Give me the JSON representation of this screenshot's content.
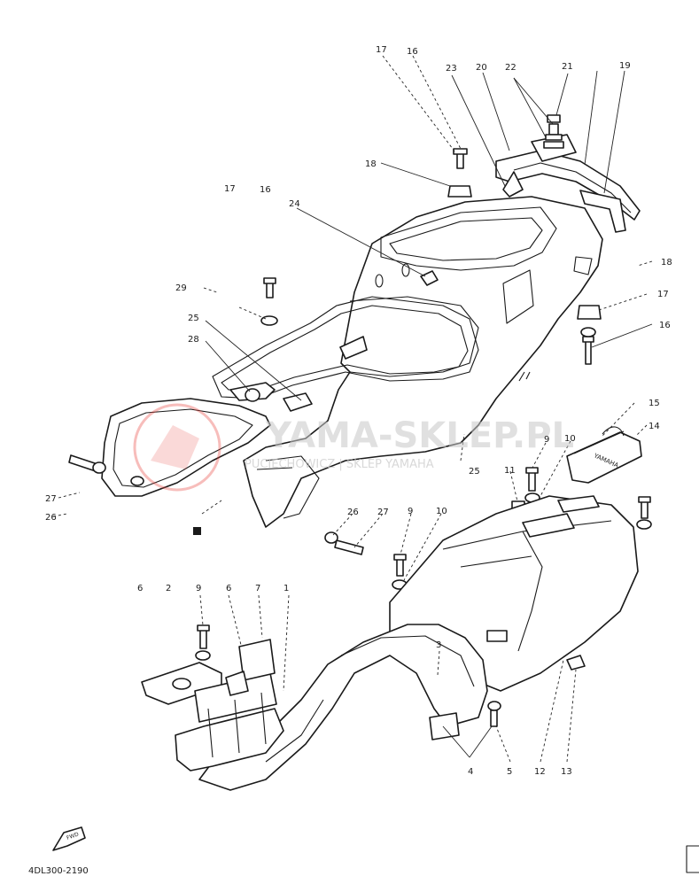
{
  "diagram_code": "4DL300-2190",
  "direction_label": "FWD",
  "watermark": {
    "title": "YAMA-SKLEP.PL",
    "subtitle": "PUCIECHOWICZ | SKLEP YAMAHA",
    "accent_color": "#e8413c"
  },
  "tank_label": "YAMAHA",
  "callouts": [
    {
      "id": "c17a",
      "label": "17"
    },
    {
      "id": "c16a",
      "label": "16"
    },
    {
      "id": "c23",
      "label": "23"
    },
    {
      "id": "c20",
      "label": "20"
    },
    {
      "id": "c22",
      "label": "22"
    },
    {
      "id": "c21",
      "label": "21"
    },
    {
      "id": "c19",
      "label": "19"
    },
    {
      "id": "c18a",
      "label": "18"
    },
    {
      "id": "c17b",
      "label": "17"
    },
    {
      "id": "c16b",
      "label": "16"
    },
    {
      "id": "c24",
      "label": "24"
    },
    {
      "id": "c18b",
      "label": "18"
    },
    {
      "id": "c29",
      "label": "29"
    },
    {
      "id": "c17c",
      "label": "17"
    },
    {
      "id": "c16c",
      "label": "16"
    },
    {
      "id": "c25a",
      "label": "25"
    },
    {
      "id": "c28",
      "label": "28"
    },
    {
      "id": "c15",
      "label": "15"
    },
    {
      "id": "c14",
      "label": "14"
    },
    {
      "id": "c9a",
      "label": "9"
    },
    {
      "id": "c10a",
      "label": "10"
    },
    {
      "id": "c11",
      "label": "11"
    },
    {
      "id": "c25b",
      "label": "25"
    },
    {
      "id": "c27a",
      "label": "27"
    },
    {
      "id": "c26a",
      "label": "26"
    },
    {
      "id": "c26b",
      "label": "26"
    },
    {
      "id": "c27b",
      "label": "27"
    },
    {
      "id": "c9b",
      "label": "9"
    },
    {
      "id": "c10b",
      "label": "10"
    },
    {
      "id": "c6a",
      "label": "6"
    },
    {
      "id": "c2",
      "label": "2"
    },
    {
      "id": "c9c",
      "label": "9"
    },
    {
      "id": "c6b",
      "label": "6"
    },
    {
      "id": "c7",
      "label": "7"
    },
    {
      "id": "c1",
      "label": "1"
    },
    {
      "id": "c3",
      "label": "3"
    },
    {
      "id": "c4",
      "label": "4"
    },
    {
      "id": "c5",
      "label": "5"
    },
    {
      "id": "c12",
      "label": "12"
    },
    {
      "id": "c13",
      "label": "13"
    }
  ]
}
